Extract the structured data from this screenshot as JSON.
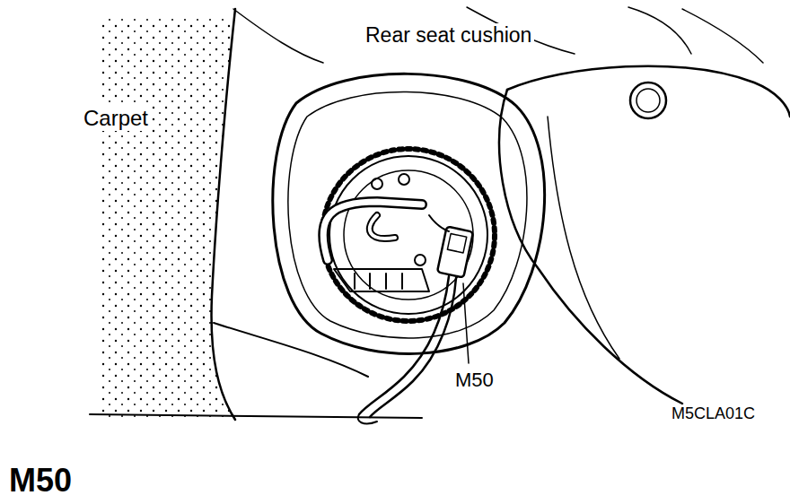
{
  "diagram": {
    "title": "M50",
    "labels": [
      "Rear seat cushion",
      "Carpet",
      "M50",
      "M5CLA01C"
    ]
  }
}
